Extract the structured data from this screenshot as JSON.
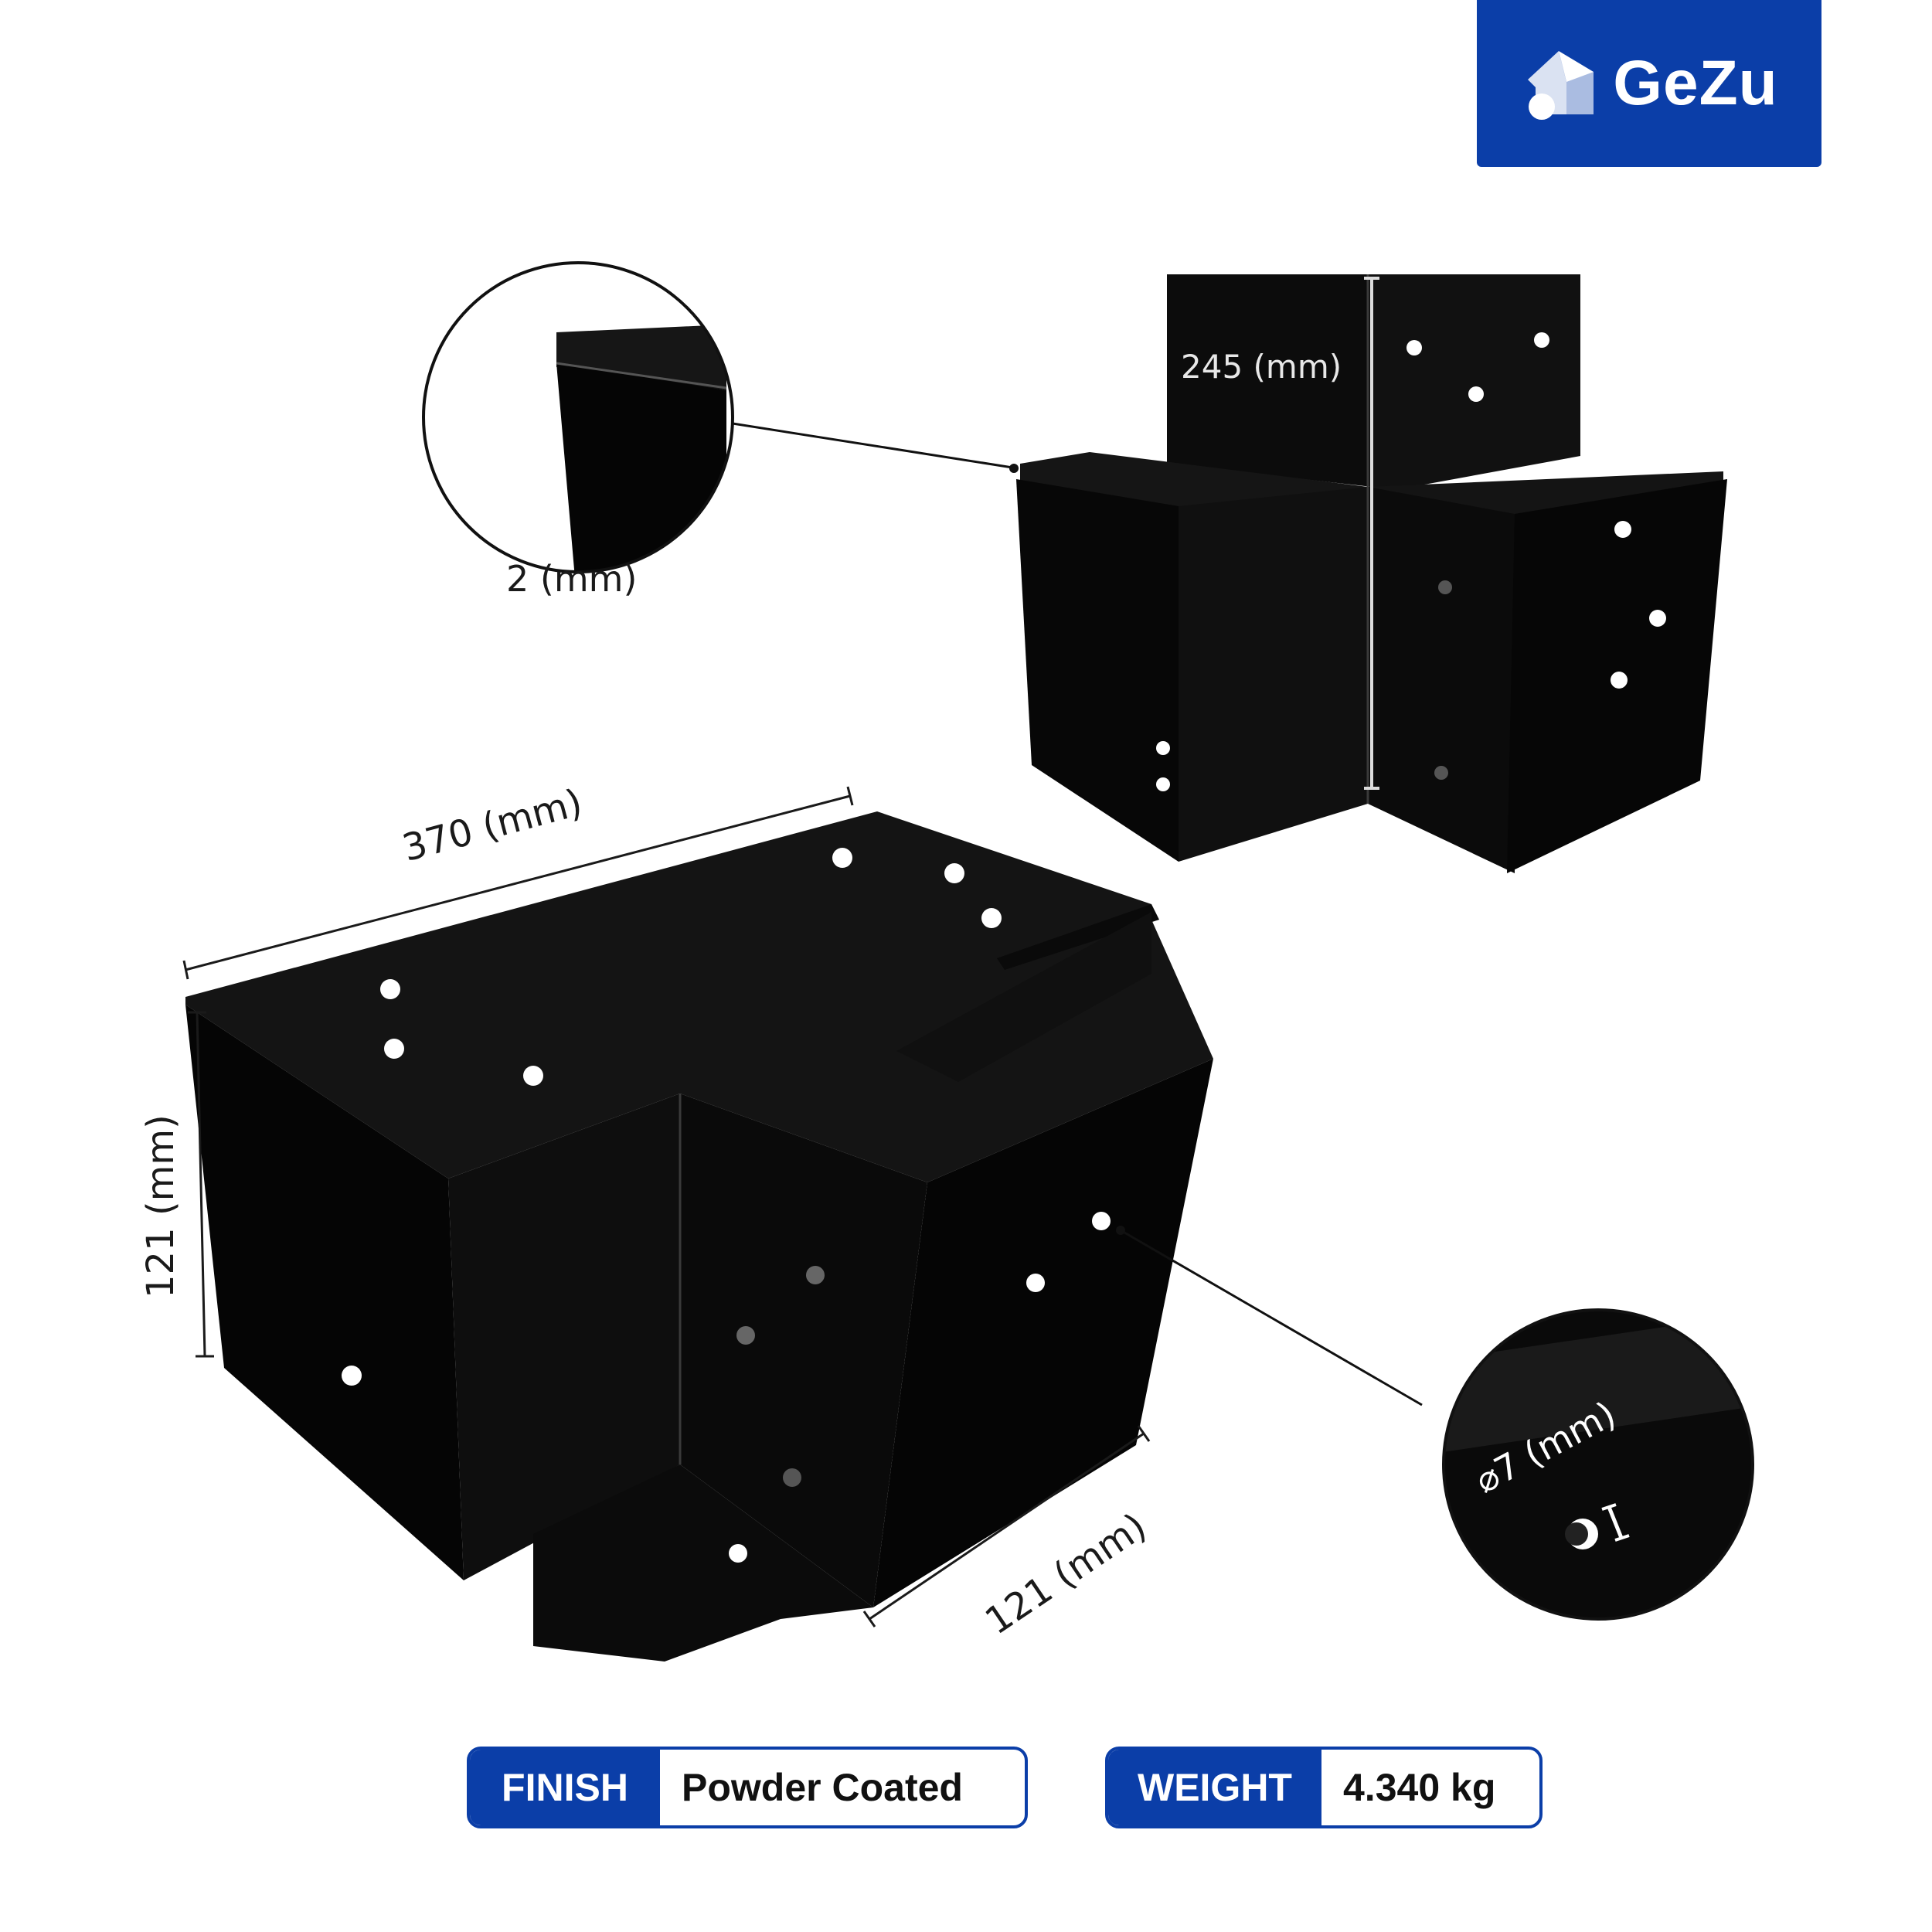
{
  "brand": {
    "name": "GeZu",
    "logo_icon": "house-leaf-icon",
    "color": "#0b3ea8"
  },
  "dimensions": {
    "thickness": "2 (mm)",
    "height": "245 (mm)",
    "length": "370 (mm)",
    "side_height": "121 (mm)",
    "side_width": "121 (mm)",
    "hole_diameter": "⌀7 (mm)"
  },
  "specs": [
    {
      "label": "FINISH",
      "value": "Powder Coated"
    },
    {
      "label": "WEIGHT",
      "value": "4.340 kg"
    }
  ],
  "colors": {
    "accent": "#0b3ea8",
    "product": "#0a0a0a"
  }
}
